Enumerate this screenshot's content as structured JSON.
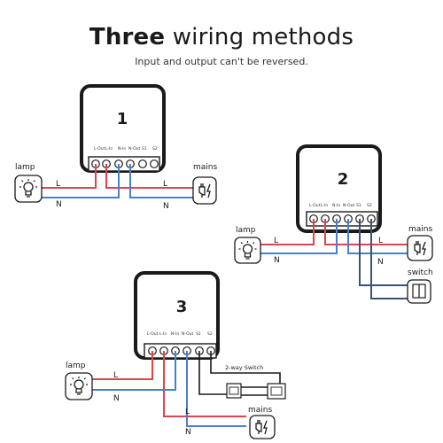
{
  "header": {
    "title_strong": "Three",
    "title_rest": " wiring methods",
    "subtitle": "Input and output can't be reversed."
  },
  "diagrams": [
    {
      "number": "1",
      "terminals": [
        "L-Out",
        "L-In",
        "N-In",
        "N-Out",
        "S1",
        "S2"
      ],
      "left_device": "lamp",
      "right_device": "mains",
      "wire_labels": [
        "L",
        "L",
        "N",
        "N"
      ]
    },
    {
      "number": "2",
      "terminals": [
        "L-Out",
        "L-In",
        "N-In",
        "N-Out",
        "S1",
        "S2"
      ],
      "left_device": "lamp",
      "right_device": "mains",
      "switch_device": "switch",
      "wire_labels": [
        "L",
        "L",
        "N",
        "N"
      ]
    },
    {
      "number": "3",
      "terminals": [
        "L-Out",
        "L-In",
        "N-In",
        "N-Out",
        "S1",
        "S2"
      ],
      "left_device": "lamp",
      "bottom_device": "mains",
      "switch_label": "2-way Switch",
      "wire_labels": [
        "L",
        "L",
        "N",
        "N"
      ]
    }
  ],
  "colors": {
    "live": "#e0434a",
    "neutral": "#4a7fd0",
    "switch_wire": "#3b5178",
    "outline": "#1a1a1a"
  }
}
